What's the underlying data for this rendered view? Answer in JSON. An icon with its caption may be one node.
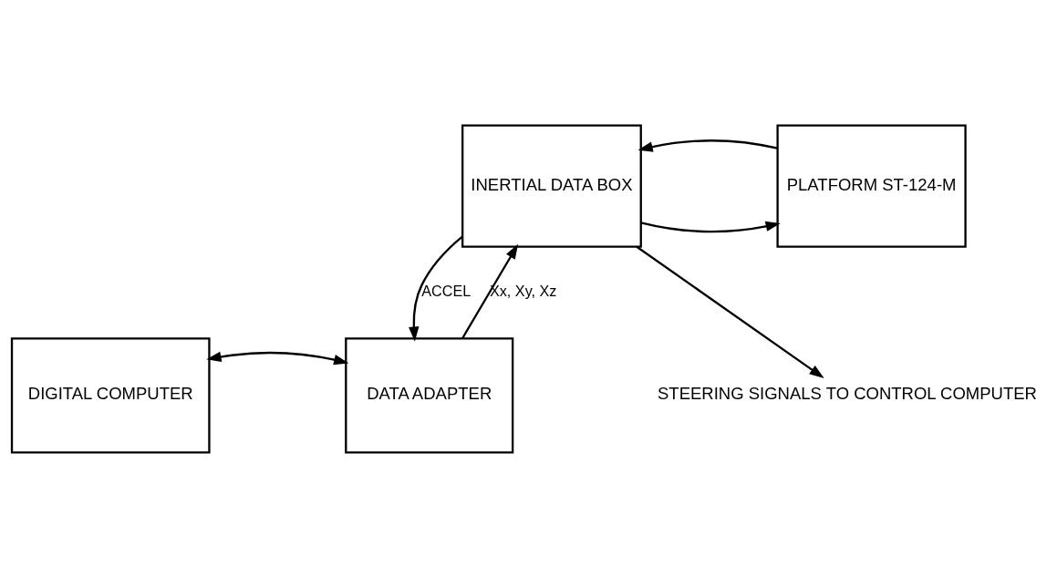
{
  "diagram": {
    "nodes": [
      {
        "text": [
          "INERTIAL DATA BOX"
        ]
      },
      {
        "text": [
          "PLATFORM ST-124-M"
        ]
      },
      {
        "text": [
          "DIGITAL COMPUTER"
        ]
      },
      {
        "text": [
          "DATA ADAPTER"
        ]
      },
      {
        "text": [
          "STEERING SIGNALS TO CONTROL COMPUTER"
        ]
      }
    ],
    "edges": [
      {
        "from": 0,
        "to": 1,
        "arrow": "to"
      },
      {
        "from": 1,
        "to": 0,
        "arrow": "to"
      },
      {
        "from": 3,
        "to": 0,
        "arrow": "to",
        "label": "Xx, Xy, Xz"
      },
      {
        "from": 0,
        "to": 3,
        "arrow": "to",
        "label": "ACCEL"
      },
      {
        "from": 0,
        "to": 4,
        "arrow": "to"
      },
      {
        "from": 2,
        "to": 3,
        "arrow": "both"
      }
    ]
  }
}
